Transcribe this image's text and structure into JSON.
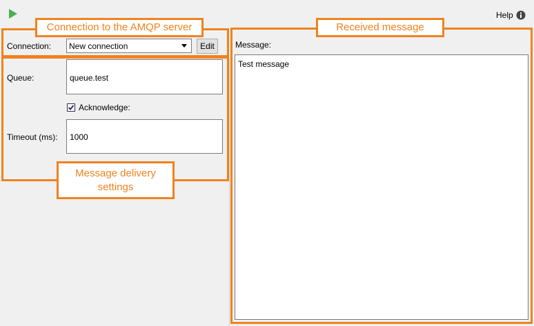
{
  "toolbar": {
    "run_icon": "play-icon",
    "help_label": "Help",
    "help_icon": "info-icon"
  },
  "callouts": {
    "connection": "Connection to the AMQP server",
    "received": "Received message",
    "delivery": "Message delivery settings"
  },
  "connection": {
    "label": "Connection:",
    "selected": "New connection",
    "edit_label": "Edit"
  },
  "settings": {
    "queue_label": "Queue:",
    "queue_value": "queue.test",
    "acknowledge_label": "Acknowledge:",
    "acknowledge_checked": true,
    "timeout_label": "Timeout (ms):",
    "timeout_value": "1000"
  },
  "message": {
    "label": "Message:",
    "value": "Test message"
  },
  "colors": {
    "accent": "#f0821e",
    "play": "#4caf50"
  }
}
